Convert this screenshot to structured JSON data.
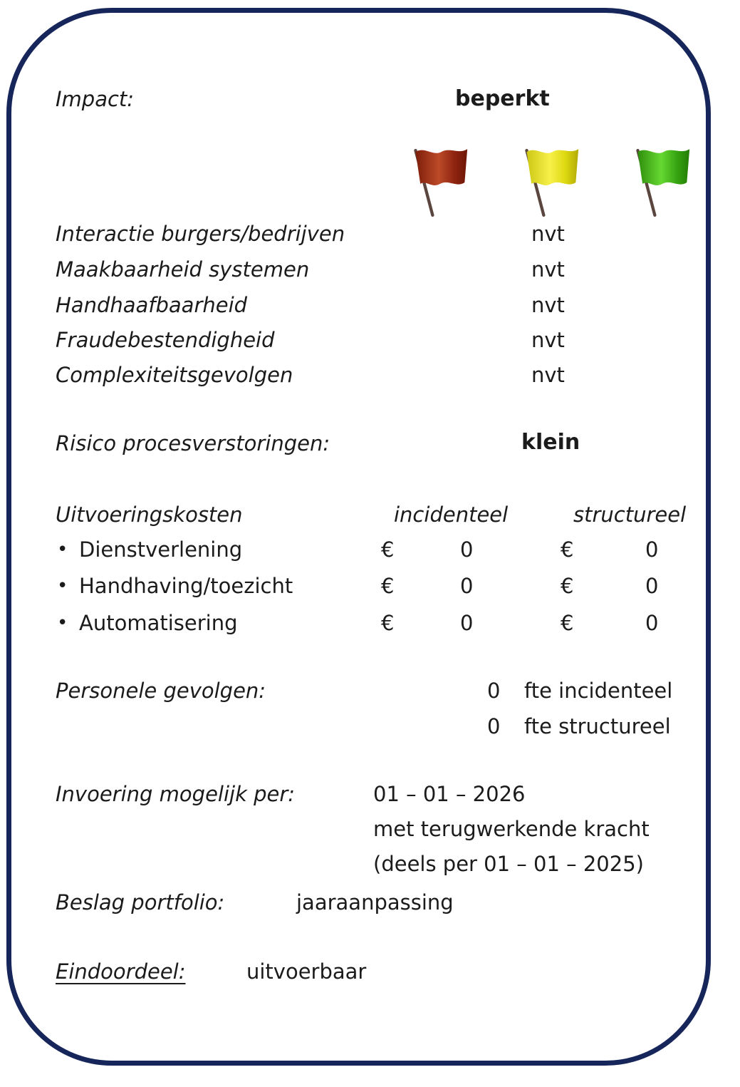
{
  "card": {
    "border_color": "#17265a",
    "text_color": "#1b1b1b",
    "impact": {
      "label": "Impact:",
      "value": "beperkt"
    },
    "flags": [
      {
        "name": "red-flag",
        "pole_color": "#5a463e",
        "shades": [
          "#7e1e0a",
          "#bc4a28",
          "#8e2410",
          "#6e1606"
        ]
      },
      {
        "name": "yellow-flag",
        "pole_color": "#5a463e",
        "shades": [
          "#cdc714",
          "#f6f14a",
          "#ded810",
          "#b0aa06"
        ]
      },
      {
        "name": "green-flag",
        "pole_color": "#5a463e",
        "shades": [
          "#2f8f0c",
          "#66d832",
          "#37a512",
          "#237c04"
        ]
      }
    ],
    "criteria": [
      {
        "label": "Interactie burgers/bedrijven",
        "value": "nvt"
      },
      {
        "label": "Maakbaarheid systemen",
        "value": "nvt"
      },
      {
        "label": "Handhaafbaarheid",
        "value": "nvt"
      },
      {
        "label": "Fraudebestendigheid",
        "value": "nvt"
      },
      {
        "label": "Complexiteitsgevolgen",
        "value": "nvt"
      }
    ],
    "risk": {
      "label": "Risico procesverstoringen:",
      "value": "klein"
    },
    "costs": {
      "label": "Uitvoeringskosten",
      "col1": "incidenteel",
      "col2": "structureel",
      "bullet": "•",
      "rows": [
        {
          "label": "Dienstverlening",
          "cur1": "€",
          "val1": "0",
          "cur2": "€",
          "val2": "0"
        },
        {
          "label": "Handhaving/toezicht",
          "cur1": "€",
          "val1": "0",
          "cur2": "€",
          "val2": "0"
        },
        {
          "label": "Automatisering",
          "cur1": "€",
          "val1": "0",
          "cur2": "€",
          "val2": "0"
        }
      ]
    },
    "personnel": {
      "label": "Personele gevolgen:",
      "rows": [
        {
          "value": "0",
          "unit": "fte incidenteel"
        },
        {
          "value": "0",
          "unit": "fte structureel"
        }
      ]
    },
    "implementation": {
      "label": "Invoering mogelijk per:",
      "lines": [
        "01 – 01 – 2026",
        "met terugwerkende kracht",
        "(deels per 01 – 01 – 2025)"
      ]
    },
    "portfolio": {
      "label": "Beslag portfolio:",
      "value": "jaaraanpassing"
    },
    "verdict": {
      "label": "Eindoordeel:",
      "value": "uitvoerbaar"
    }
  }
}
